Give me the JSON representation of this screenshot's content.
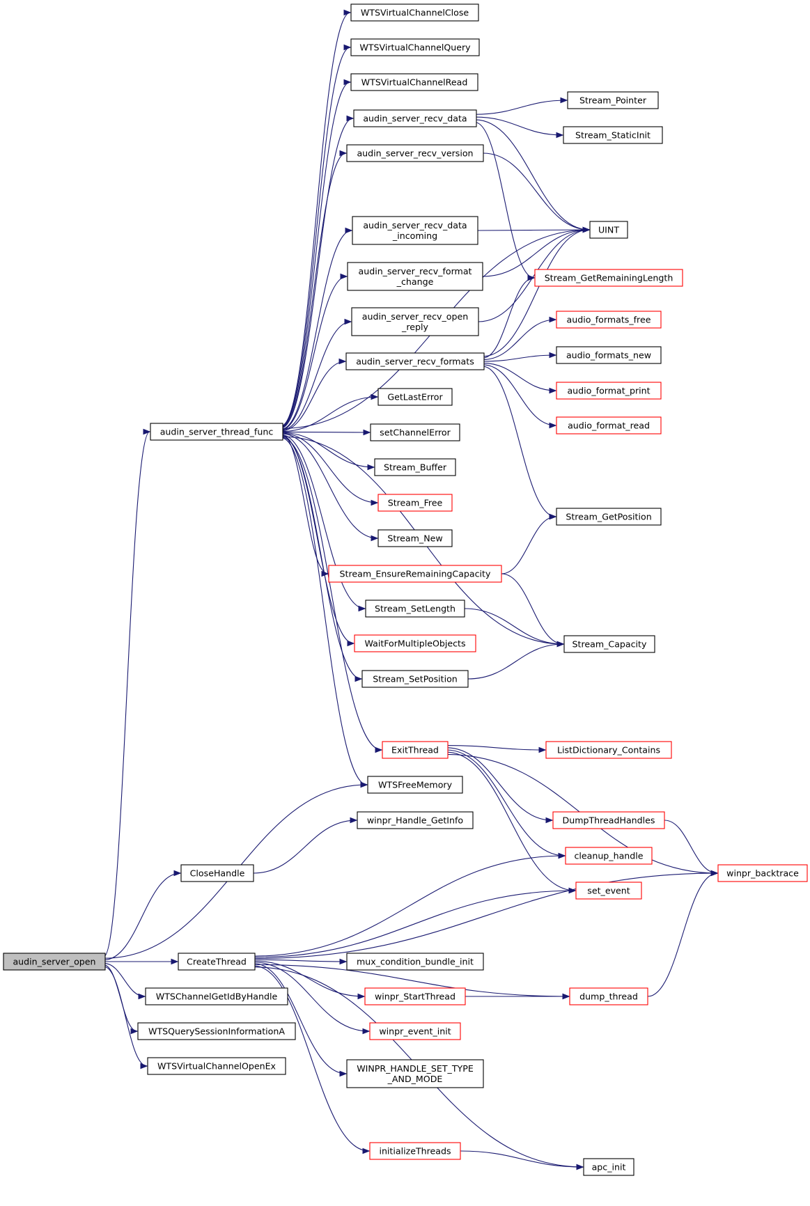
{
  "colors": {
    "edge": "#191970",
    "node_border": "#000000",
    "truncated_border": "#ff0000",
    "root_fill": "#bfbfbf"
  },
  "nodes": [
    {
      "id": "audin_server_open",
      "lines": [
        "audin_server_open"
      ],
      "style": "root"
    },
    {
      "id": "audin_server_thread_func",
      "lines": [
        "audin_server_thread_func"
      ],
      "style": "plain"
    },
    {
      "id": "CloseHandle",
      "lines": [
        "CloseHandle"
      ],
      "style": "plain"
    },
    {
      "id": "CreateThread",
      "lines": [
        "CreateThread"
      ],
      "style": "plain"
    },
    {
      "id": "WTSChannelGetIdByHandle",
      "lines": [
        "WTSChannelGetIdByHandle"
      ],
      "style": "plain"
    },
    {
      "id": "WTSQuerySessionInformationA",
      "lines": [
        "WTSQuerySessionInformationA"
      ],
      "style": "plain"
    },
    {
      "id": "WTSVirtualChannelOpenEx",
      "lines": [
        "WTSVirtualChannelOpenEx"
      ],
      "style": "plain"
    },
    {
      "id": "WTSVirtualChannelClose",
      "lines": [
        "WTSVirtualChannelClose"
      ],
      "style": "plain"
    },
    {
      "id": "WTSVirtualChannelQuery",
      "lines": [
        "WTSVirtualChannelQuery"
      ],
      "style": "plain"
    },
    {
      "id": "WTSVirtualChannelRead",
      "lines": [
        "WTSVirtualChannelRead"
      ],
      "style": "plain"
    },
    {
      "id": "audin_server_recv_data",
      "lines": [
        "audin_server_recv_data"
      ],
      "style": "plain"
    },
    {
      "id": "audin_server_recv_version",
      "lines": [
        "audin_server_recv_version"
      ],
      "style": "plain"
    },
    {
      "id": "audin_server_recv_data_incoming",
      "lines": [
        "audin_server_recv_data",
        "_incoming"
      ],
      "style": "plain"
    },
    {
      "id": "audin_server_recv_format_change",
      "lines": [
        "audin_server_recv_format",
        "_change"
      ],
      "style": "plain"
    },
    {
      "id": "audin_server_recv_open_reply",
      "lines": [
        "audin_server_recv_open",
        "_reply"
      ],
      "style": "plain"
    },
    {
      "id": "audin_server_recv_formats",
      "lines": [
        "audin_server_recv_formats"
      ],
      "style": "plain"
    },
    {
      "id": "GetLastError",
      "lines": [
        "GetLastError"
      ],
      "style": "plain"
    },
    {
      "id": "setChannelError",
      "lines": [
        "setChannelError"
      ],
      "style": "plain"
    },
    {
      "id": "Stream_Buffer",
      "lines": [
        "Stream_Buffer"
      ],
      "style": "plain"
    },
    {
      "id": "Stream_Free",
      "lines": [
        "Stream_Free"
      ],
      "style": "trunc"
    },
    {
      "id": "Stream_New",
      "lines": [
        "Stream_New"
      ],
      "style": "plain"
    },
    {
      "id": "Stream_EnsureRemainingCapacity",
      "lines": [
        "Stream_EnsureRemainingCapacity"
      ],
      "style": "trunc"
    },
    {
      "id": "Stream_SetLength",
      "lines": [
        "Stream_SetLength"
      ],
      "style": "plain"
    },
    {
      "id": "WaitForMultipleObjects",
      "lines": [
        "WaitForMultipleObjects"
      ],
      "style": "trunc"
    },
    {
      "id": "Stream_SetPosition",
      "lines": [
        "Stream_SetPosition"
      ],
      "style": "plain"
    },
    {
      "id": "ExitThread",
      "lines": [
        "ExitThread"
      ],
      "style": "trunc"
    },
    {
      "id": "WTSFreeMemory",
      "lines": [
        "WTSFreeMemory"
      ],
      "style": "plain"
    },
    {
      "id": "winpr_Handle_GetInfo",
      "lines": [
        "winpr_Handle_GetInfo"
      ],
      "style": "plain"
    },
    {
      "id": "mux_condition_bundle_init",
      "lines": [
        "mux_condition_bundle_init"
      ],
      "style": "plain"
    },
    {
      "id": "winpr_StartThread",
      "lines": [
        "winpr_StartThread"
      ],
      "style": "trunc"
    },
    {
      "id": "winpr_event_init",
      "lines": [
        "winpr_event_init"
      ],
      "style": "trunc"
    },
    {
      "id": "WINPR_HANDLE_SET_TYPE_AND_MODE",
      "lines": [
        "WINPR_HANDLE_SET_TYPE",
        "_AND_MODE"
      ],
      "style": "plain"
    },
    {
      "id": "initializeThreads",
      "lines": [
        "initializeThreads"
      ],
      "style": "trunc"
    },
    {
      "id": "Stream_Pointer",
      "lines": [
        "Stream_Pointer"
      ],
      "style": "plain"
    },
    {
      "id": "Stream_StaticInit",
      "lines": [
        "Stream_StaticInit"
      ],
      "style": "plain"
    },
    {
      "id": "UINT",
      "lines": [
        "UINT"
      ],
      "style": "plain"
    },
    {
      "id": "Stream_GetRemainingLength",
      "lines": [
        "Stream_GetRemainingLength"
      ],
      "style": "trunc"
    },
    {
      "id": "audio_formats_free",
      "lines": [
        "audio_formats_free"
      ],
      "style": "trunc"
    },
    {
      "id": "audio_formats_new",
      "lines": [
        "audio_formats_new"
      ],
      "style": "plain"
    },
    {
      "id": "audio_format_print",
      "lines": [
        "audio_format_print"
      ],
      "style": "trunc"
    },
    {
      "id": "audio_format_read",
      "lines": [
        "audio_format_read"
      ],
      "style": "trunc"
    },
    {
      "id": "Stream_GetPosition",
      "lines": [
        "Stream_GetPosition"
      ],
      "style": "plain"
    },
    {
      "id": "Stream_Capacity",
      "lines": [
        "Stream_Capacity"
      ],
      "style": "plain"
    },
    {
      "id": "ListDictionary_Contains",
      "lines": [
        "ListDictionary_Contains"
      ],
      "style": "trunc"
    },
    {
      "id": "DumpThreadHandles",
      "lines": [
        "DumpThreadHandles"
      ],
      "style": "trunc"
    },
    {
      "id": "cleanup_handle",
      "lines": [
        "cleanup_handle"
      ],
      "style": "trunc"
    },
    {
      "id": "set_event",
      "lines": [
        "set_event"
      ],
      "style": "trunc"
    },
    {
      "id": "dump_thread",
      "lines": [
        "dump_thread"
      ],
      "style": "trunc"
    },
    {
      "id": "apc_init",
      "lines": [
        "apc_init"
      ],
      "style": "plain"
    },
    {
      "id": "winpr_backtrace",
      "lines": [
        "winpr_backtrace"
      ],
      "style": "trunc"
    }
  ],
  "edges": [
    [
      "audin_server_open",
      "audin_server_thread_func"
    ],
    [
      "audin_server_open",
      "WTSFreeMemory"
    ],
    [
      "audin_server_open",
      "CloseHandle"
    ],
    [
      "audin_server_open",
      "CreateThread"
    ],
    [
      "audin_server_open",
      "WTSChannelGetIdByHandle"
    ],
    [
      "audin_server_open",
      "WTSQuerySessionInformationA"
    ],
    [
      "audin_server_open",
      "WTSVirtualChannelOpenEx"
    ],
    [
      "audin_server_thread_func",
      "WTSVirtualChannelClose"
    ],
    [
      "audin_server_thread_func",
      "WTSVirtualChannelQuery"
    ],
    [
      "audin_server_thread_func",
      "WTSVirtualChannelRead"
    ],
    [
      "audin_server_thread_func",
      "audin_server_recv_data"
    ],
    [
      "audin_server_thread_func",
      "audin_server_recv_version"
    ],
    [
      "audin_server_thread_func",
      "UINT"
    ],
    [
      "audin_server_thread_func",
      "audin_server_recv_data_incoming"
    ],
    [
      "audin_server_thread_func",
      "audin_server_recv_format_change"
    ],
    [
      "audin_server_thread_func",
      "audin_server_recv_open_reply"
    ],
    [
      "audin_server_thread_func",
      "audin_server_recv_formats"
    ],
    [
      "audin_server_thread_func",
      "GetLastError"
    ],
    [
      "audin_server_thread_func",
      "setChannelError"
    ],
    [
      "audin_server_thread_func",
      "Stream_Buffer"
    ],
    [
      "audin_server_thread_func",
      "Stream_Free"
    ],
    [
      "audin_server_thread_func",
      "Stream_New"
    ],
    [
      "audin_server_thread_func",
      "Stream_EnsureRemainingCapacity"
    ],
    [
      "audin_server_thread_func",
      "Stream_SetLength"
    ],
    [
      "audin_server_thread_func",
      "WaitForMultipleObjects"
    ],
    [
      "audin_server_thread_func",
      "Stream_SetPosition"
    ],
    [
      "audin_server_thread_func",
      "Stream_Capacity"
    ],
    [
      "audin_server_thread_func",
      "ExitThread"
    ],
    [
      "audin_server_thread_func",
      "WTSFreeMemory"
    ],
    [
      "audin_server_recv_data",
      "Stream_Pointer"
    ],
    [
      "audin_server_recv_data",
      "Stream_StaticInit"
    ],
    [
      "audin_server_recv_data",
      "UINT"
    ],
    [
      "audin_server_recv_data",
      "Stream_GetRemainingLength"
    ],
    [
      "audin_server_recv_version",
      "UINT"
    ],
    [
      "audin_server_recv_data_incoming",
      "UINT"
    ],
    [
      "audin_server_recv_format_change",
      "UINT"
    ],
    [
      "audin_server_recv_open_reply",
      "UINT"
    ],
    [
      "audin_server_recv_formats",
      "UINT"
    ],
    [
      "audin_server_recv_formats",
      "Stream_GetRemainingLength"
    ],
    [
      "audin_server_recv_formats",
      "audio_formats_free"
    ],
    [
      "audin_server_recv_formats",
      "audio_formats_new"
    ],
    [
      "audin_server_recv_formats",
      "audio_format_print"
    ],
    [
      "audin_server_recv_formats",
      "audio_format_read"
    ],
    [
      "audin_server_recv_formats",
      "Stream_GetPosition"
    ],
    [
      "Stream_EnsureRemainingCapacity",
      "Stream_GetPosition"
    ],
    [
      "Stream_EnsureRemainingCapacity",
      "Stream_Capacity"
    ],
    [
      "Stream_SetLength",
      "Stream_Capacity"
    ],
    [
      "Stream_SetPosition",
      "Stream_Capacity"
    ],
    [
      "ExitThread",
      "ListDictionary_Contains"
    ],
    [
      "ExitThread",
      "DumpThreadHandles"
    ],
    [
      "ExitThread",
      "cleanup_handle"
    ],
    [
      "ExitThread",
      "set_event"
    ],
    [
      "ExitThread",
      "winpr_backtrace"
    ],
    [
      "DumpThreadHandles",
      "winpr_backtrace"
    ],
    [
      "CloseHandle",
      "winpr_Handle_GetInfo"
    ],
    [
      "CreateThread",
      "cleanup_handle"
    ],
    [
      "CreateThread",
      "set_event"
    ],
    [
      "CreateThread",
      "winpr_backtrace"
    ],
    [
      "CreateThread",
      "mux_condition_bundle_init"
    ],
    [
      "CreateThread",
      "winpr_StartThread"
    ],
    [
      "CreateThread",
      "winpr_event_init"
    ],
    [
      "CreateThread",
      "WINPR_HANDLE_SET_TYPE_AND_MODE"
    ],
    [
      "CreateThread",
      "dump_thread"
    ],
    [
      "CreateThread",
      "initializeThreads"
    ],
    [
      "CreateThread",
      "apc_init"
    ],
    [
      "winpr_StartThread",
      "dump_thread"
    ],
    [
      "dump_thread",
      "winpr_backtrace"
    ],
    [
      "initializeThreads",
      "apc_init"
    ]
  ]
}
